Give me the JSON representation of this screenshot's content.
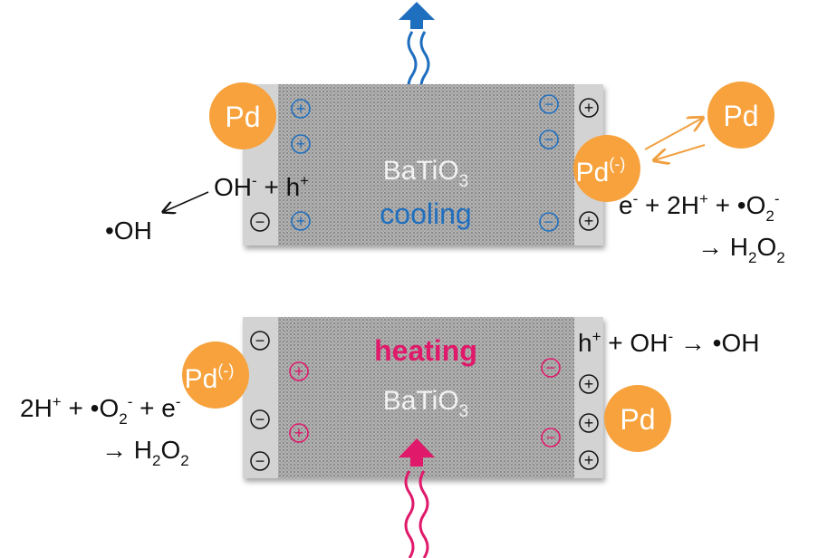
{
  "colors": {
    "cooling_blue": "#1f6fbf",
    "heating_pink": "#e0196b",
    "pd_orange": "#f7a23c",
    "crystal_grey": "#a9a9a9",
    "electrode_grey": "#d3d3d3",
    "text_black": "#111111",
    "material_label": "#f2f2f2"
  },
  "top": {
    "material": {
      "main": "BaTiO",
      "sub": "3"
    },
    "state": "cooling",
    "pd_left": "Pd",
    "pd_right": {
      "main": "Pd",
      "sup": "(-)"
    },
    "pd_far": "Pd",
    "reaction_left": {
      "p1": "OH",
      "s1": "-",
      "p2": " + h",
      "s2": "+"
    },
    "product_left": "•OH",
    "reaction_right_1": {
      "p1": "e",
      "s1": "-",
      "p2": " + 2H",
      "s2": "+",
      "p3": " + •O",
      "sub3": "2",
      "s3": "-"
    },
    "reaction_right_2": {
      "arrow": "→ H",
      "sub1": "2",
      "p2": "O",
      "sub2": "2"
    },
    "charge_pos": "+",
    "charge_neg": "−"
  },
  "bottom": {
    "material": {
      "main": "BaTiO",
      "sub": "3"
    },
    "state": "heating",
    "pd_left": {
      "main": "Pd",
      "sup": "(-)"
    },
    "pd_right": "Pd",
    "reaction_left_1": {
      "p1": "2H",
      "s1": "+",
      "p2": " + •O",
      "sub2": "2",
      "s2": "-",
      "p3": " + e",
      "s3": "-"
    },
    "reaction_left_2": {
      "arrow": "→ H",
      "sub1": "2",
      "p2": "O",
      "sub2": "2"
    },
    "reaction_right": {
      "p1": "h",
      "s1": "+",
      "p2": " + OH",
      "s2": "-",
      "p3": " → •OH"
    },
    "charge_pos": "+",
    "charge_neg": "−"
  }
}
